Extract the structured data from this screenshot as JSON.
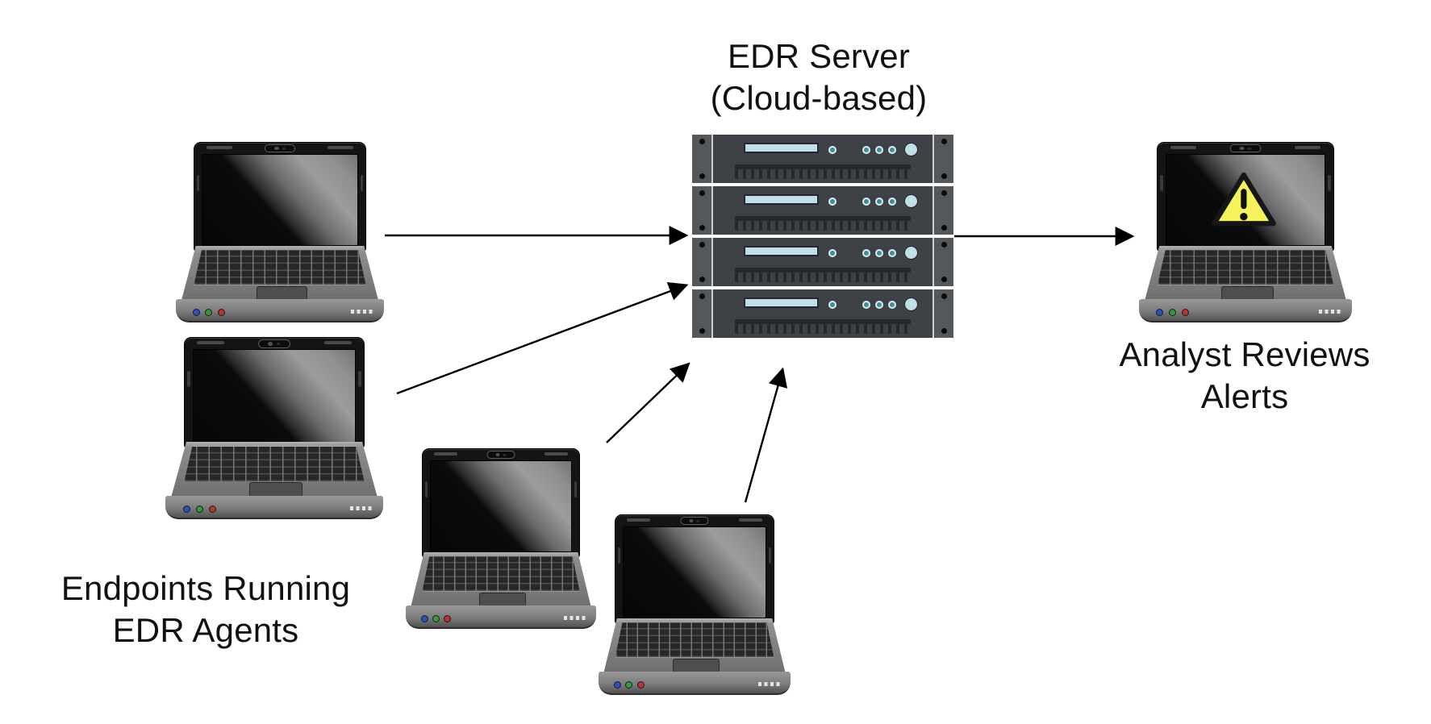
{
  "diagram": {
    "type": "network-flow-diagram",
    "server_title": {
      "line1": "EDR Server",
      "line2": "(Cloud-based)"
    },
    "endpoints_label": {
      "line1": "Endpoints Running",
      "line2": "EDR Agents"
    },
    "analyst_label": {
      "line1": "Analyst Reviews",
      "line2": "Alerts"
    },
    "server_unit_count": 4,
    "endpoint_laptop_count": 4,
    "nodes": [
      {
        "id": "endpoint-laptop-1",
        "kind": "laptop",
        "group_label": "Endpoints Running EDR Agents"
      },
      {
        "id": "endpoint-laptop-2",
        "kind": "laptop",
        "group_label": "Endpoints Running EDR Agents"
      },
      {
        "id": "endpoint-laptop-3",
        "kind": "laptop",
        "group_label": "Endpoints Running EDR Agents"
      },
      {
        "id": "endpoint-laptop-4",
        "kind": "laptop",
        "group_label": "Endpoints Running EDR Agents"
      },
      {
        "id": "edr-server",
        "kind": "server-rack",
        "label": "EDR Server (Cloud-based)"
      },
      {
        "id": "analyst-laptop",
        "kind": "laptop",
        "label": "Analyst Reviews Alerts",
        "icon": "warning-triangle-icon"
      }
    ],
    "edges": [
      {
        "from": "endpoint-laptop-1",
        "to": "edr-server"
      },
      {
        "from": "endpoint-laptop-2",
        "to": "edr-server"
      },
      {
        "from": "endpoint-laptop-3",
        "to": "edr-server"
      },
      {
        "from": "endpoint-laptop-4",
        "to": "edr-server"
      },
      {
        "from": "edr-server",
        "to": "analyst-laptop"
      }
    ],
    "colors": {
      "background": "#ffffff",
      "arrow": "#000000",
      "label_text": "#111111",
      "warning_fill": "#f6f25c",
      "warning_stroke": "#161616",
      "server_body": "#3e4246",
      "server_ear": "#55585b",
      "server_bar": "#bfdfe9",
      "server_led": "#37919c",
      "laptop_dark": "#141414"
    }
  }
}
